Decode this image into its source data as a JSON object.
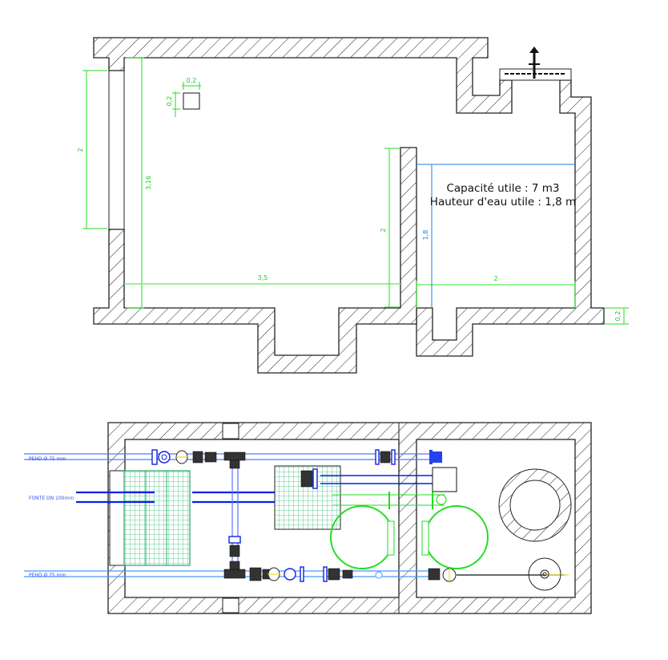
{
  "section": {
    "capacity_label": "Capacité utile : 7 m3",
    "water_height_label": "Hauteur d'eau utile : 1,8 m",
    "dimensions": {
      "opening_height": "2",
      "interior_height": "3,16",
      "vent_width": "0,2",
      "vent_height": "0,2",
      "chamber_length": "3,5",
      "partition_height": "2",
      "water_height": "1,8",
      "tank_length": "2",
      "slab_thickness": "0,2"
    }
  },
  "plan": {
    "pipe_top_label": "PEHD Ø 75 mm",
    "pipe_middle_label": "FONTE DN 100mm",
    "pipe_bottom_label": "PEHD Ø 75 mm"
  },
  "colors": {
    "dimension": "#22dd22",
    "water_level": "#1a7fe8",
    "pipe_pehd": "#5577ff",
    "pipe_fonte": "#0022ee",
    "grating": "#22aa66"
  }
}
